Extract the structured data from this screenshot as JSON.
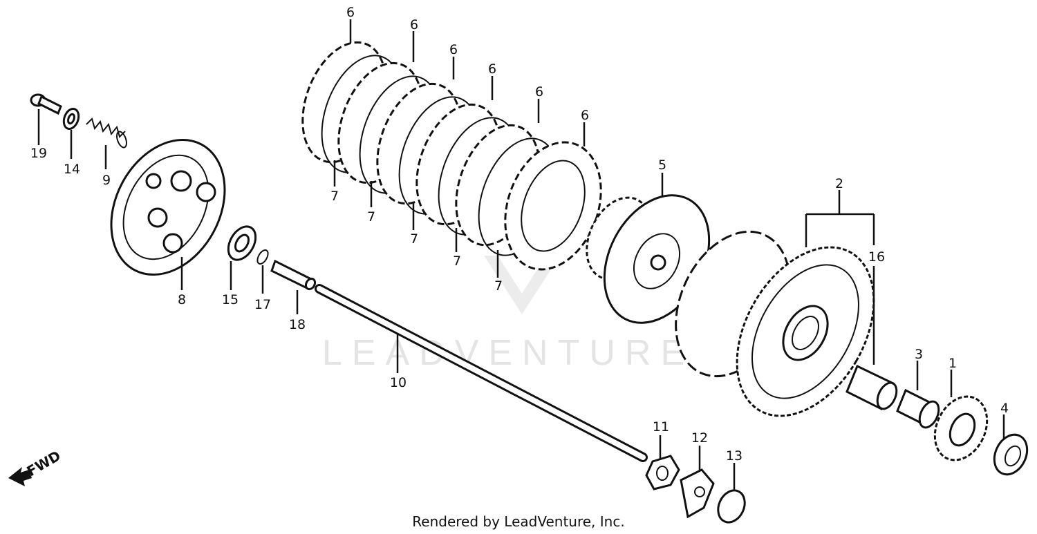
{
  "watermark": "LEADVENTURE",
  "direction_indicator": "FWD",
  "footer": "Rendered by LeadVenture, Inc.",
  "callouts": [
    {
      "id": "c1",
      "text": "1"
    },
    {
      "id": "c2",
      "text": "2"
    },
    {
      "id": "c3",
      "text": "3"
    },
    {
      "id": "c4",
      "text": "4"
    },
    {
      "id": "c5",
      "text": "5"
    },
    {
      "id": "c6a",
      "text": "6"
    },
    {
      "id": "c6b",
      "text": "6"
    },
    {
      "id": "c6c",
      "text": "6"
    },
    {
      "id": "c6d",
      "text": "6"
    },
    {
      "id": "c6e",
      "text": "6"
    },
    {
      "id": "c6f",
      "text": "6"
    },
    {
      "id": "c7a",
      "text": "7"
    },
    {
      "id": "c7b",
      "text": "7"
    },
    {
      "id": "c7c",
      "text": "7"
    },
    {
      "id": "c7d",
      "text": "7"
    },
    {
      "id": "c7e",
      "text": "7"
    },
    {
      "id": "c8",
      "text": "8"
    },
    {
      "id": "c9",
      "text": "9"
    },
    {
      "id": "c10",
      "text": "10"
    },
    {
      "id": "c11",
      "text": "11"
    },
    {
      "id": "c12",
      "text": "12"
    },
    {
      "id": "c13",
      "text": "13"
    },
    {
      "id": "c14",
      "text": "14"
    },
    {
      "id": "c15",
      "text": "15"
    },
    {
      "id": "c16",
      "text": "16"
    },
    {
      "id": "c17",
      "text": "17"
    },
    {
      "id": "c18",
      "text": "18"
    },
    {
      "id": "c19",
      "text": "19"
    }
  ]
}
